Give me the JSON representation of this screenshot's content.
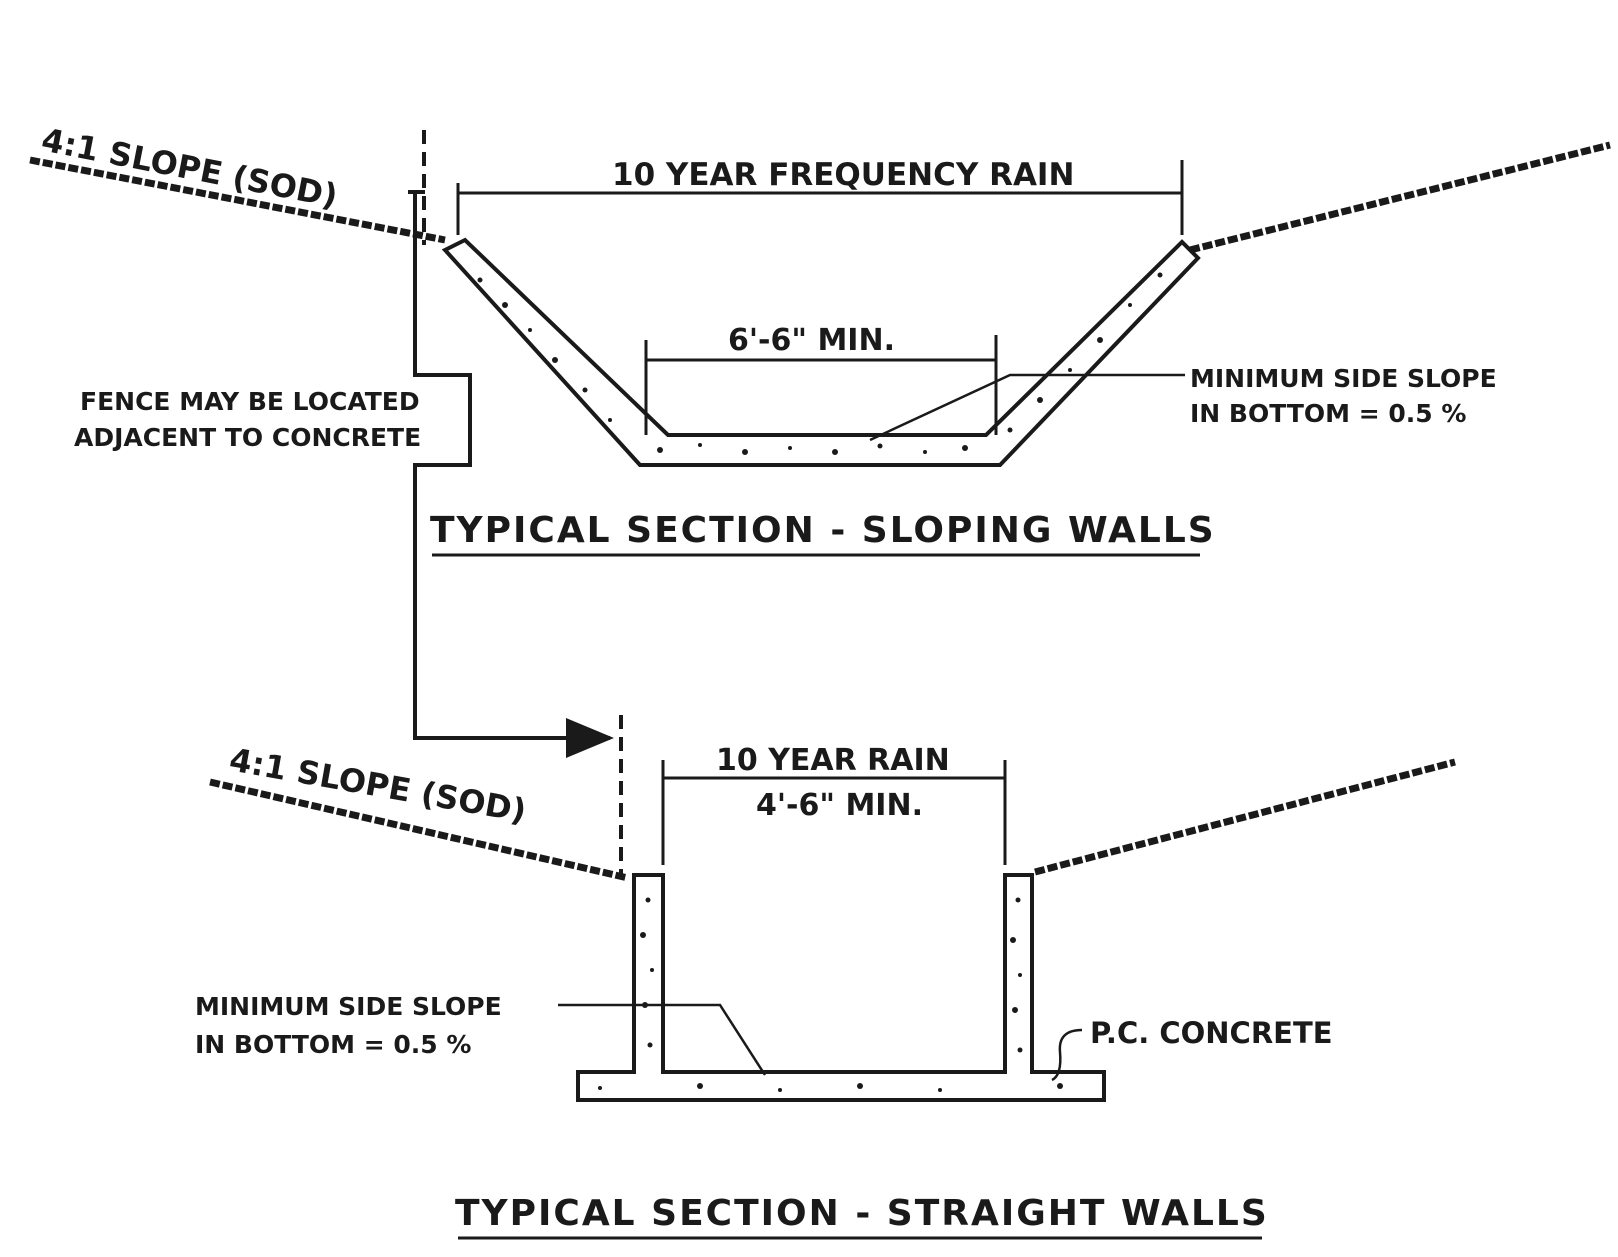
{
  "top_section": {
    "slope_label": "4:1 SLOPE (SOD)",
    "width_label": "10 YEAR FREQUENCY RAIN",
    "bottom_width_label": "6'-6\" MIN.",
    "side_slope_line1": "MINIMUM SIDE SLOPE",
    "side_slope_line2": "IN BOTTOM = 0.5 %",
    "fence_line1": "FENCE MAY BE LOCATED",
    "fence_line2": "ADJACENT TO CONCRETE",
    "title": "TYPICAL SECTION - SLOPING WALLS"
  },
  "bottom_section": {
    "slope_label": "4:1 SLOPE (SOD)",
    "width_label": "10 YEAR RAIN",
    "min_width_label": "4'-6\" MIN.",
    "side_slope_line1": "MINIMUM SIDE SLOPE",
    "side_slope_line2": "IN BOTTOM = 0.5 %",
    "material_label": "P.C. CONCRETE",
    "title": "TYPICAL SECTION - STRAIGHT WALLS"
  },
  "colors": {
    "ink": "#1a1a1a",
    "paper": "#ffffff"
  }
}
